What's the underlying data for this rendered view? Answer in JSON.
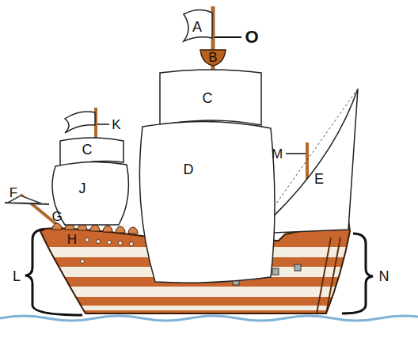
{
  "diagram": {
    "labels": [
      "A",
      "O",
      "B",
      "C",
      "K",
      "C",
      "D",
      "M",
      "E",
      "F",
      "J",
      "G",
      "H",
      "L",
      "N"
    ]
  }
}
